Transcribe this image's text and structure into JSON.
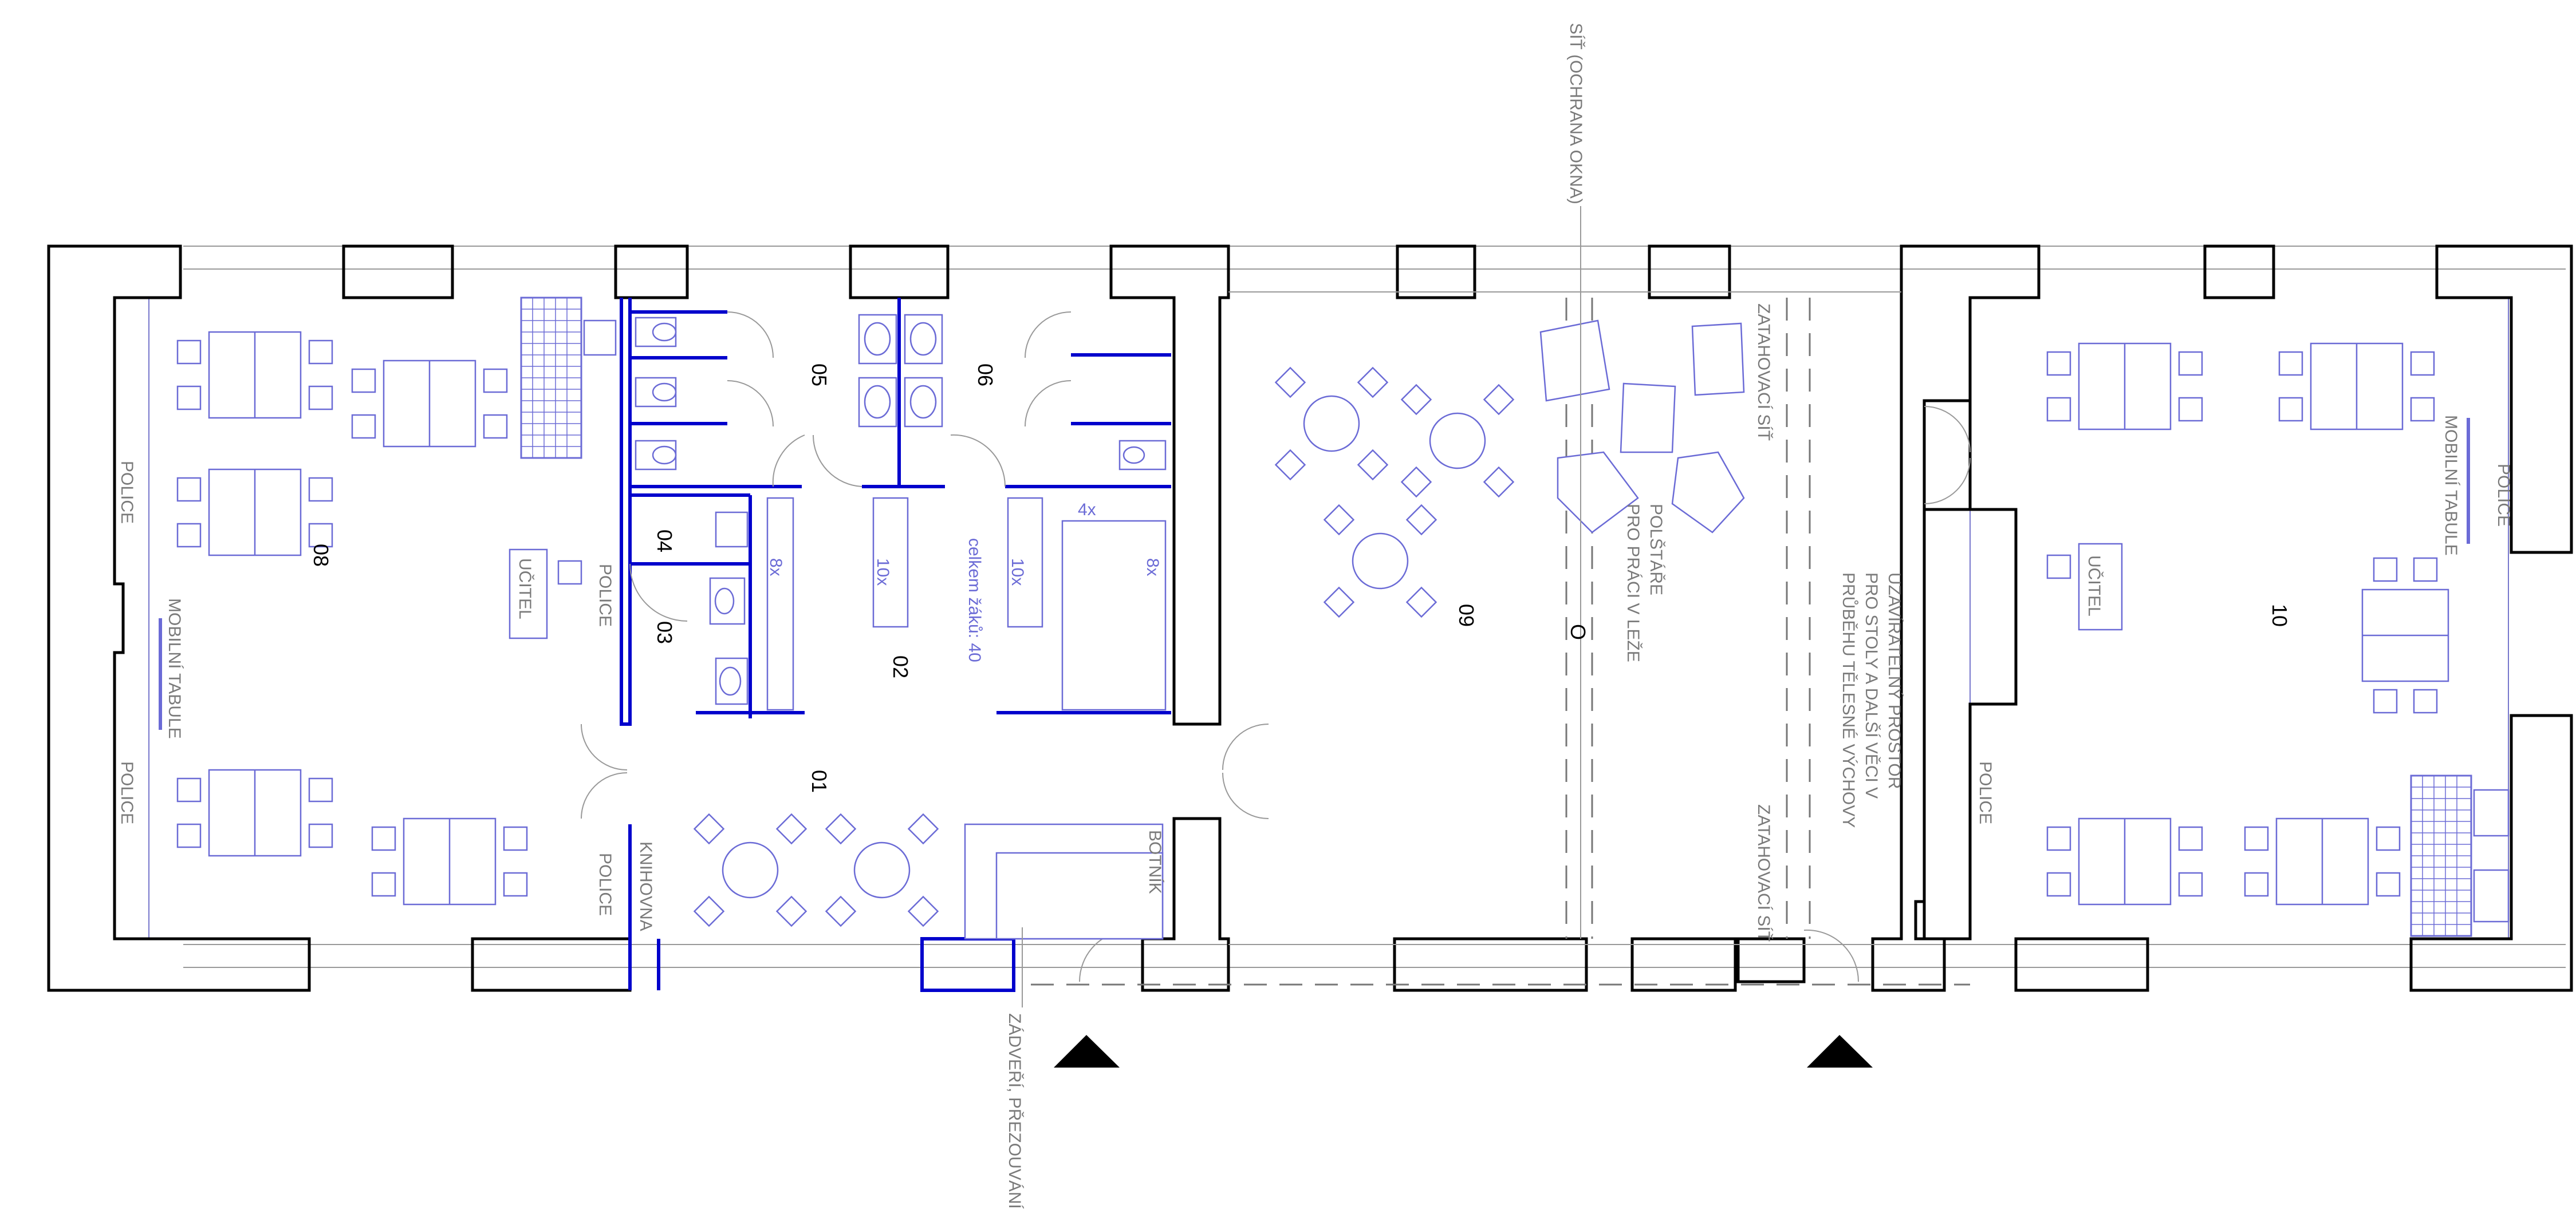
{
  "rooms": {
    "r01": "01",
    "r02": "02",
    "r03": "03",
    "r04": "04",
    "r05": "05",
    "r06": "06",
    "r08": "08",
    "r09": "09",
    "r10": "10"
  },
  "labels": {
    "police": "POLICE",
    "mobilni_tabule": "MOBILNÍ TABULE",
    "ucitel": "UČITEL",
    "knihovna": "KNIHOVNA",
    "botnik": "BOTNÍK",
    "zadveri": "ZÁDVEŘÍ, PŘEZOUVÁNÍ",
    "sit_okna": "SÍŤ (OCHRANA OKNA)",
    "zatahovaci_sit": "ZATAHOVACÍ SÍŤ",
    "polstare_1": "POLŠTÁŘE",
    "polstare_2": "PRO PRÁCI V LEŽE",
    "uzaviratelny_1": "UZAVÍRATELNÝ PROSTOR",
    "uzaviratelny_2": "PRO STOLY A DALŠÍ VĚCI V",
    "uzaviratelny_3": "PRŮBĚHU TĚLESNÉ VÝCHOVY",
    "celkem_zaku": "celkem žáků: 40",
    "x10": "10x",
    "x8": "8x",
    "x4": "4x",
    "circle_mark": "O"
  },
  "colors": {
    "wall": "#000000",
    "wall_blue": "#0000cc",
    "furniture": "#6b6bd6",
    "annotation": "#7a7a7a"
  }
}
